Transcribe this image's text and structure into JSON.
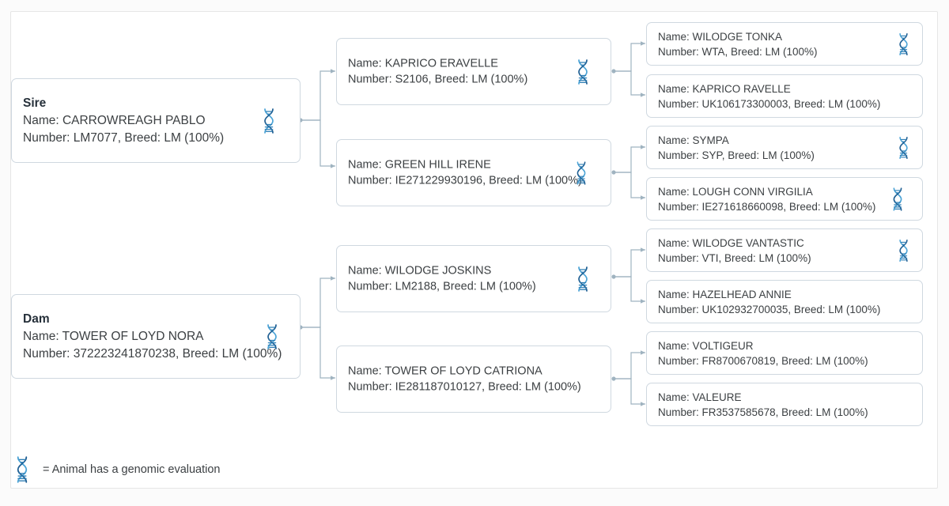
{
  "legend": {
    "icon": "dna-helix-icon",
    "text": "= Animal has a genomic evaluation"
  },
  "colors": {
    "box_border": "#cfd8e0",
    "connector": "#9fb3c0",
    "text": "#3c4043",
    "dna_light": "#7fc4e8",
    "dna_dark": "#1f5f93",
    "panel_border": "#e6e6e6",
    "page_background": "#fbfbfb"
  },
  "pedigree": {
    "generation1": [
      {
        "id": "sire",
        "role": "Sire",
        "name_line": "Name: CARROWREAGH PABLO",
        "number_line": "Number: LM7077, Breed: LM (100%)",
        "name": "CARROWREAGH PABLO",
        "number": "LM7077",
        "breed": "LM",
        "breed_pct": "100%",
        "genomic": true
      },
      {
        "id": "dam",
        "role": "Dam",
        "name_line": "Name: TOWER OF LOYD NORA",
        "number_line": "Number: 372223241870238, Breed: LM (100%)",
        "name": "TOWER OF LOYD NORA",
        "number": "372223241870238",
        "breed": "LM",
        "breed_pct": "100%",
        "genomic": true
      }
    ],
    "generation2": [
      {
        "id": "sire-sire",
        "name_line": "Name: KAPRICO ERAVELLE",
        "number_line": "Number: S2106, Breed: LM (100%)",
        "name": "KAPRICO ERAVELLE",
        "number": "S2106",
        "breed": "LM",
        "breed_pct": "100%",
        "genomic": true
      },
      {
        "id": "sire-dam",
        "name_line": "Name: GREEN HILL IRENE",
        "number_line": "Number: IE271229930196, Breed: LM (100%)",
        "name": "GREEN HILL IRENE",
        "number": "IE271229930196",
        "breed": "LM",
        "breed_pct": "100%",
        "genomic": true
      },
      {
        "id": "dam-sire",
        "name_line": "Name: WILODGE JOSKINS",
        "number_line": "Number: LM2188, Breed: LM (100%)",
        "name": "WILODGE JOSKINS",
        "number": "LM2188",
        "breed": "LM",
        "breed_pct": "100%",
        "genomic": true
      },
      {
        "id": "dam-dam",
        "name_line": "Name: TOWER OF LOYD CATRIONA",
        "number_line": "Number: IE281187010127, Breed: LM (100%)",
        "name": "TOWER OF LOYD CATRIONA",
        "number": "IE281187010127",
        "breed": "LM",
        "breed_pct": "100%",
        "genomic": false
      }
    ],
    "generation3": [
      {
        "id": "ss-sire",
        "name_line": "Name: WILODGE TONKA",
        "number_line": "Number: WTA, Breed: LM (100%)",
        "name": "WILODGE TONKA",
        "number": "WTA",
        "breed": "LM",
        "breed_pct": "100%",
        "genomic": true
      },
      {
        "id": "ss-dam",
        "name_line": "Name: KAPRICO RAVELLE",
        "number_line": "Number: UK106173300003, Breed: LM (100%)",
        "name": "KAPRICO RAVELLE",
        "number": "UK106173300003",
        "breed": "LM",
        "breed_pct": "100%",
        "genomic": false
      },
      {
        "id": "sd-sire",
        "name_line": "Name: SYMPA",
        "number_line": "Number: SYP, Breed: LM (100%)",
        "name": "SYMPA",
        "number": "SYP",
        "breed": "LM",
        "breed_pct": "100%",
        "genomic": true
      },
      {
        "id": "sd-dam",
        "name_line": "Name: LOUGH CONN VIRGILIA",
        "number_line": "Number: IE271618660098, Breed: LM (100%)",
        "name": "LOUGH CONN VIRGILIA",
        "number": "IE271618660098",
        "breed": "LM",
        "breed_pct": "100%",
        "genomic": true
      },
      {
        "id": "ds-sire",
        "name_line": "Name: WILODGE VANTASTIC",
        "number_line": "Number: VTI, Breed: LM (100%)",
        "name": "WILODGE VANTASTIC",
        "number": "VTI",
        "breed": "LM",
        "breed_pct": "100%",
        "genomic": true
      },
      {
        "id": "ds-dam",
        "name_line": "Name: HAZELHEAD ANNIE",
        "number_line": "Number: UK102932700035, Breed: LM (100%)",
        "name": "HAZELHEAD ANNIE",
        "number": "UK102932700035",
        "breed": "LM",
        "breed_pct": "100%",
        "genomic": false
      },
      {
        "id": "dd-sire",
        "name_line": "Name: VOLTIGEUR",
        "number_line": "Number: FR8700670819, Breed: LM (100%)",
        "name": "VOLTIGEUR",
        "number": "FR8700670819",
        "breed": "LM",
        "breed_pct": "100%",
        "genomic": false
      },
      {
        "id": "dd-dam",
        "name_line": "Name: VALEURE",
        "number_line": "Number: FR3537585678, Breed: LM (100%)",
        "name": "VALEURE",
        "number": "FR3537585678",
        "breed": "LM",
        "breed_pct": "100%",
        "genomic": false
      }
    ]
  }
}
